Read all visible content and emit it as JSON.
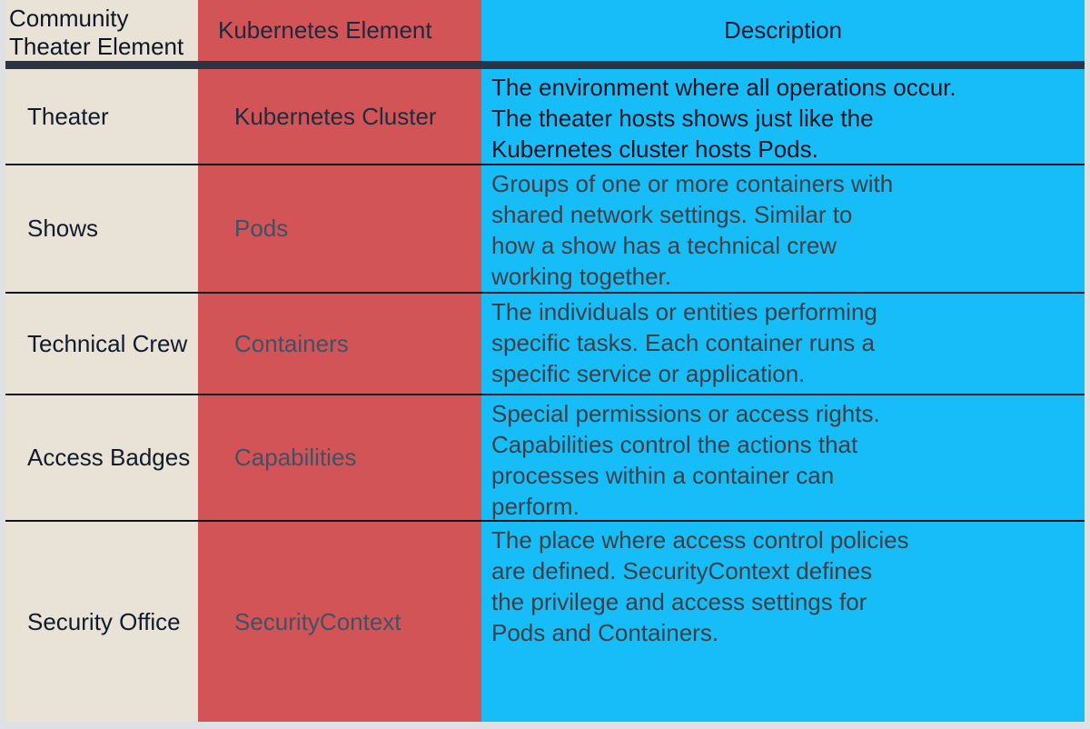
{
  "colors": {
    "theater_column_bg": "#e9e3d7",
    "kubernetes_column_bg": "#d35457",
    "description_column_bg": "#16bdf8",
    "header_bar": "#2a3444",
    "row_divider": "#10151d",
    "page_background": "#dee0e3"
  },
  "table": {
    "columns": [
      {
        "label": "Community\nTheater Element"
      },
      {
        "label": "Kubernetes Element"
      },
      {
        "label": "Description"
      }
    ],
    "rows": [
      {
        "theater": "Theater",
        "kubernetes": "Kubernetes Cluster",
        "description": "The environment where all operations occur.\nThe theater hosts shows just like the\nKubernetes cluster hosts Pods."
      },
      {
        "theater": "Shows",
        "kubernetes": "Pods",
        "description": "Groups of one or more containers with\nshared network settings. Similar to\nhow a show has a technical crew\nworking together."
      },
      {
        "theater": "Technical Crew",
        "kubernetes": "Containers",
        "description": "The individuals or entities performing\nspecific tasks. Each container runs a\nspecific service or application."
      },
      {
        "theater": "Access Badges",
        "kubernetes": "Capabilities",
        "description": "Special permissions or access rights.\nCapabilities control the actions that\nprocesses within a container can\nperform."
      },
      {
        "theater": "Security Office",
        "kubernetes": "SecurityContext",
        "description": "The place where access control policies\nare defined. SecurityContext defines\nthe privilege and access settings for\nPods and Containers."
      }
    ]
  }
}
